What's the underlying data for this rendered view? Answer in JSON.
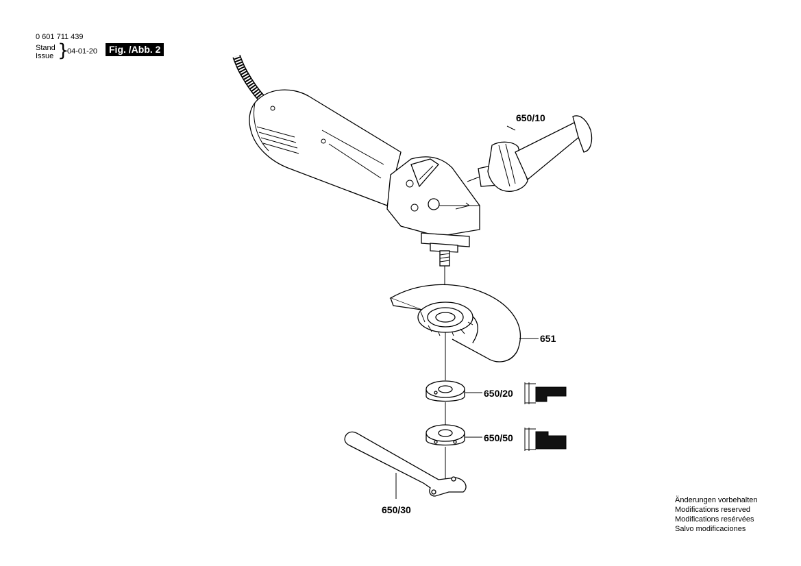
{
  "header": {
    "part_number": "0 601 711 439",
    "stand_label": "Stand",
    "issue_label": "Issue",
    "brace": "}",
    "date": "04-01-20",
    "figure": "Fig. /Abb. 2"
  },
  "parts": {
    "side_handle": "650/10",
    "guard": "651",
    "flange_inner": "650/20",
    "clamping_nut": "650/50",
    "wrench": "650/30"
  },
  "footer_notes": [
    "Änderungen vorbehalten",
    "Modifications reserved",
    "Modifications resérvées",
    "Salvo modificaciones"
  ]
}
